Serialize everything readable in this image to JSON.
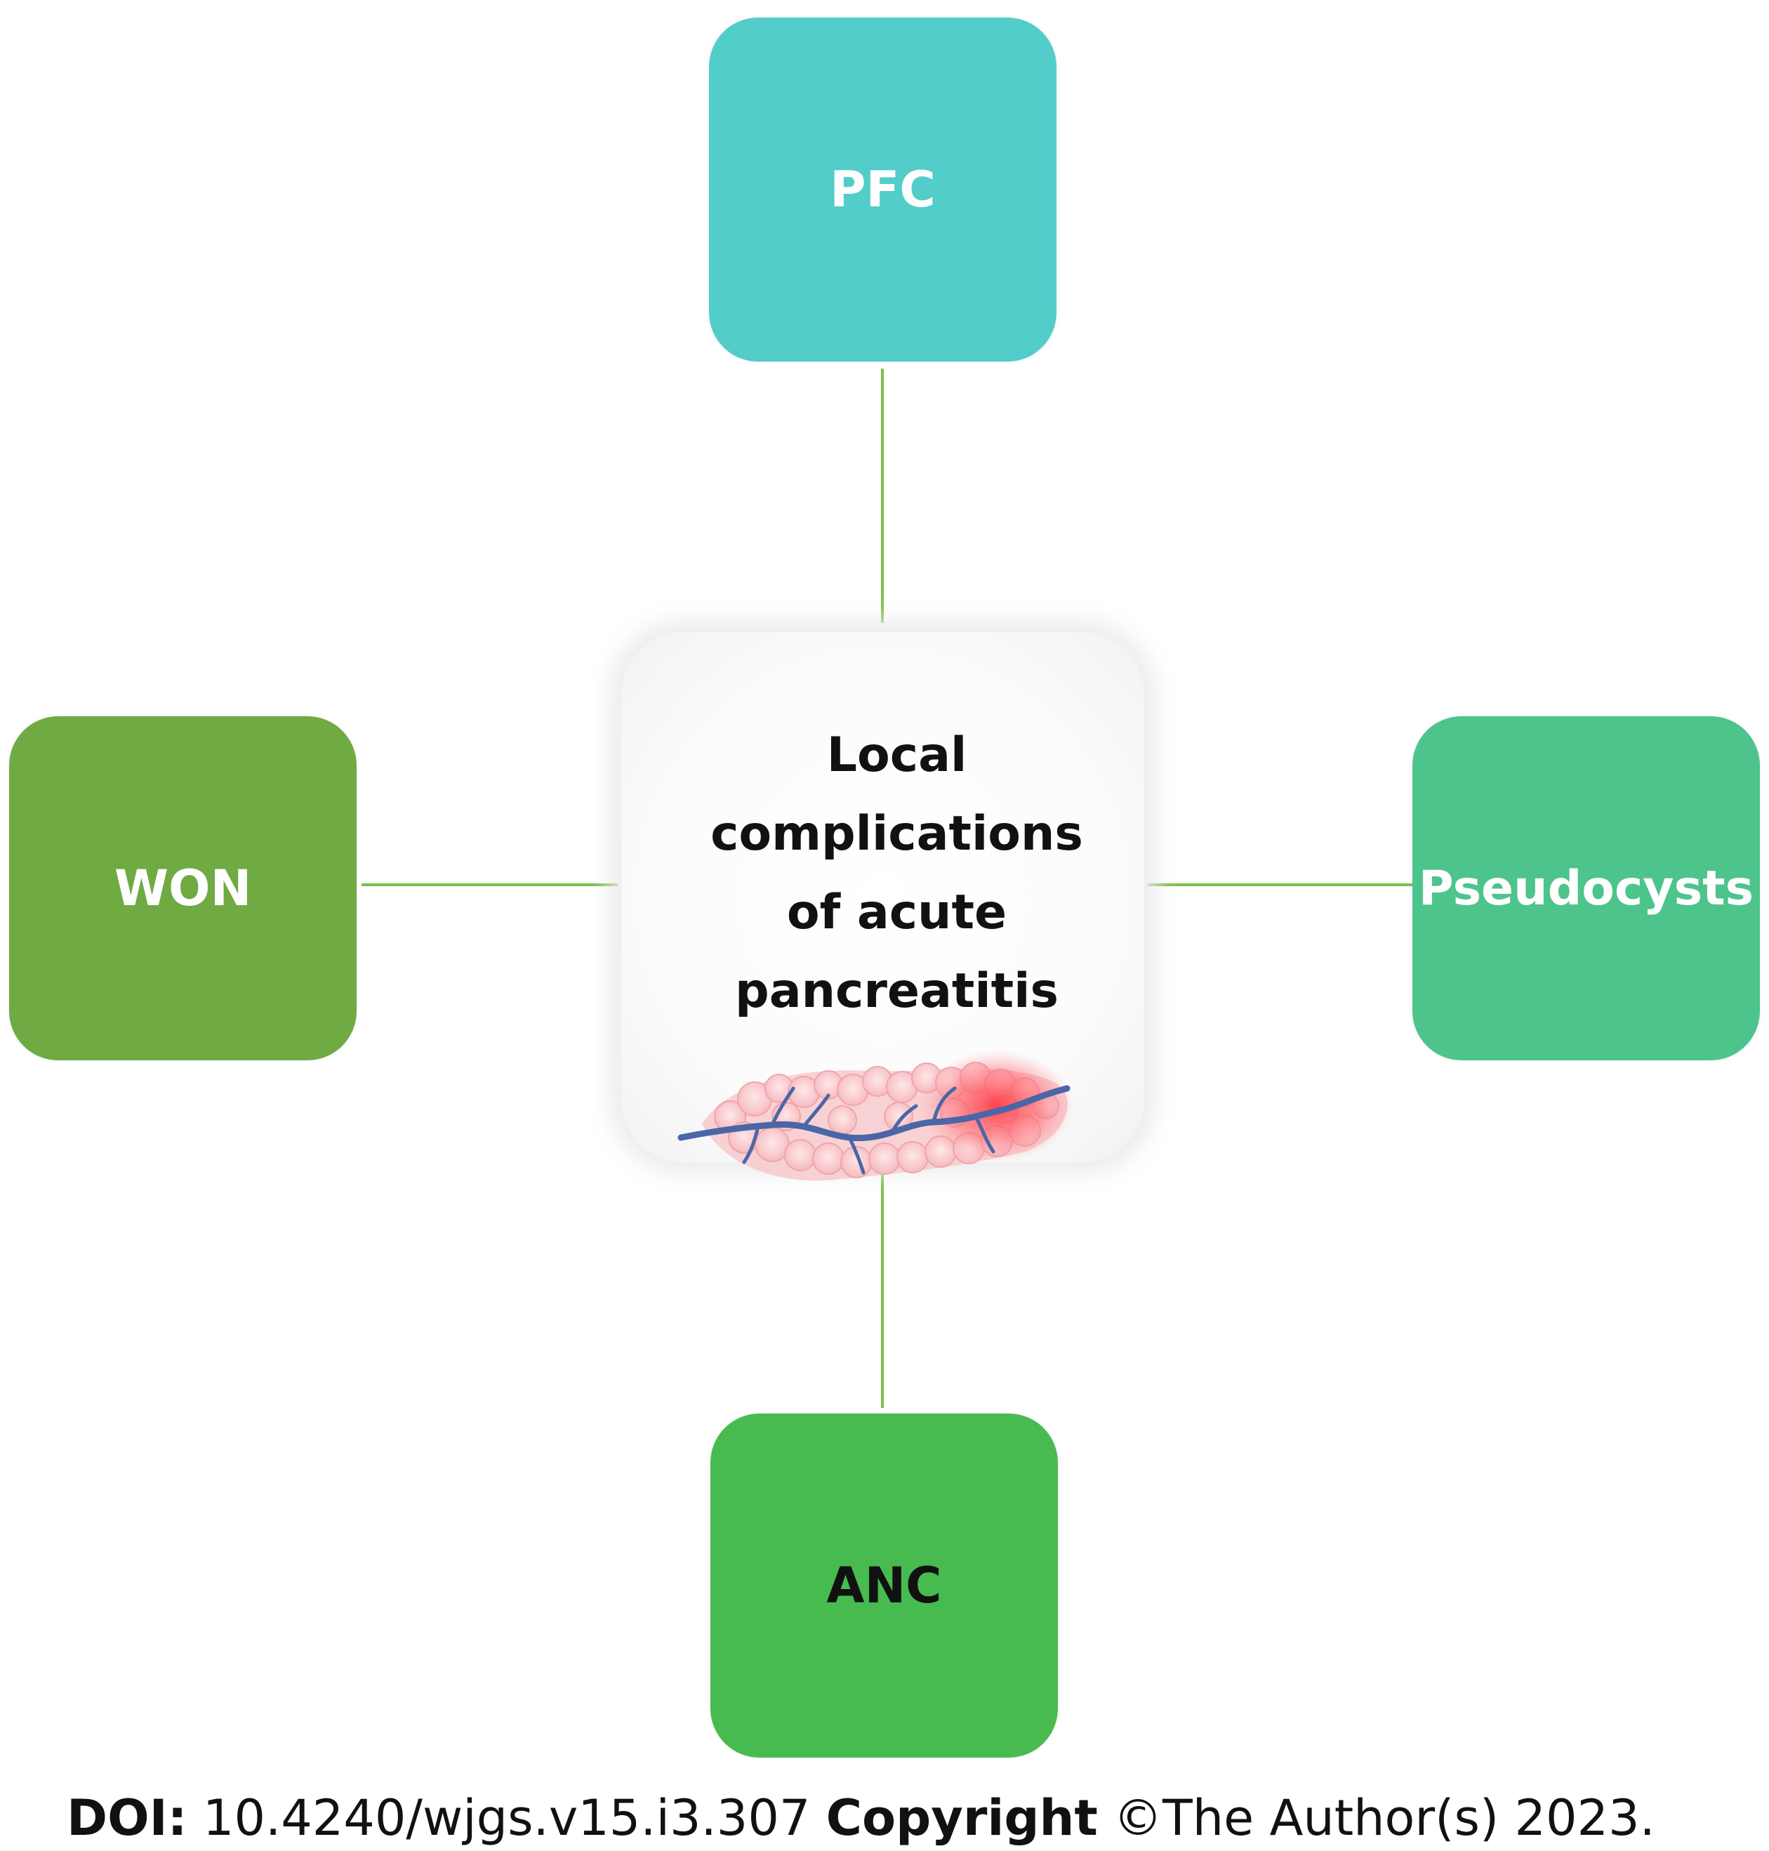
{
  "diagram": {
    "center": {
      "lines": [
        "Local",
        "complications",
        "of acute",
        "pancreatitis"
      ]
    },
    "nodes": {
      "top": {
        "label": "PFC",
        "color": "#52cdc9"
      },
      "left": {
        "label": "WON",
        "color": "#6faa43"
      },
      "right": {
        "label": "Pseudocysts",
        "color": "#4dc48b"
      },
      "bottom": {
        "label": "ANC",
        "color": "#47bb4f"
      }
    },
    "connector_color": "#7cbf4a"
  },
  "footer": {
    "doi_label": "DOI:",
    "doi_value": " 10.4240/wjgs.v15.i3.307 ",
    "copyright_label": "Copyright",
    "copyright_text": " ©The Author(s) 2023."
  }
}
